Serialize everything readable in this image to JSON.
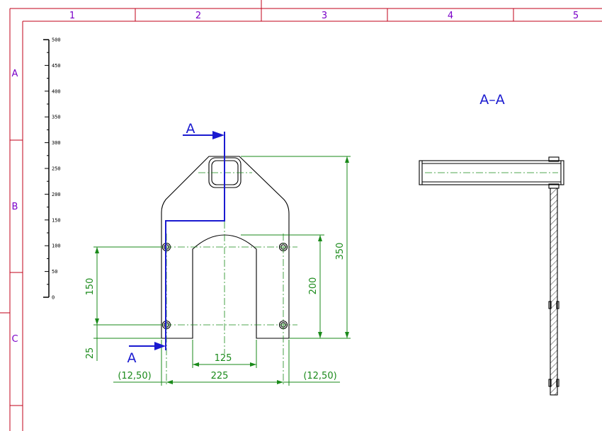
{
  "frame": {
    "columns": [
      "1",
      "2",
      "3",
      "4",
      "5"
    ],
    "rows": [
      "A",
      "B",
      "C"
    ]
  },
  "scale": {
    "ticks": [
      "500",
      "450",
      "400",
      "350",
      "300",
      "250",
      "200",
      "150",
      "100",
      "50",
      "0"
    ]
  },
  "section": {
    "marker_top": "A",
    "marker_bottom": "A",
    "view_title": "A–A"
  },
  "dimensions": {
    "overall_height": "350",
    "inner_height": "200",
    "hole_spacing_vertical": "150",
    "bottom_offset": "25",
    "slot_width": "125",
    "hole_spacing_horizontal": "225",
    "left_edge_ref": "(12,50)",
    "right_edge_ref": "(12,50)"
  },
  "colors": {
    "zone_labels": "#7a00c8",
    "dimensions": "#1a8a1a",
    "section_line": "#1a1ad0",
    "frame": "#c0001a",
    "geometry": "#000000"
  }
}
